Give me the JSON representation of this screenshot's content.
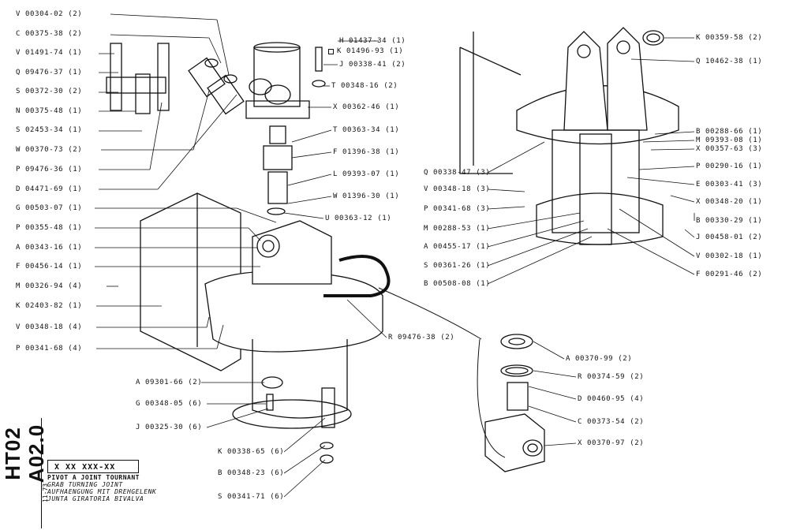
{
  "drawing": {
    "code_vertical": "HT02 A02.0",
    "date_vertical": "11-73",
    "ref_box": "X XX XXX-XX",
    "title_lines": [
      "PIVOT A JOINT TOURNANT",
      "GRAB TURNING JOINT",
      "AUFHAENGUNG MIT DREHGELENK",
      "JUNTA GIRATORIA BIVALVA"
    ]
  },
  "labels_left": [
    "V 00304-02 (2)",
    "C 00375-38 (2)",
    "V 01491-74 (1)",
    "Q 09476-37 (1)",
    "S 00372-30 (2)",
    "N 00375-48 (1)",
    "S 02453-34 (1)",
    "W 00370-73 (2)",
    "P 09476-36 (1)",
    "D 04471-69 (1)",
    "G 00503-07 (1)",
    "P 00355-48 (1)",
    "A 00343-16 (1)",
    "F 00456-14 (1)",
    "M 00326-94 (4)",
    "K 02403-82 (1)",
    "V 00348-18 (4)",
    "P 00341-68 (4)"
  ],
  "labels_center": [
    "H 01437-34 (1)",
    "K 01496-93 (1)",
    "J 00338-41 (2)",
    "T 00348-16 (2)",
    "X 00362-46 (1)",
    "T 00363-34 (1)",
    "F 01396-38 (1)",
    "L 09393-07 (1)",
    "W 01396-30 (1)",
    "U 00363-12 (1)",
    "R 09476-38 (2)",
    "A 09301-66 (2)",
    "G 00348-05 (6)",
    "J 00325-30 (6)",
    "K 00338-65 (6)",
    "B 00348-23 (6)",
    "S 00341-71 (6)"
  ],
  "labels_right_center": [
    "Q 00338-47 (3)",
    "V 00348-18 (3)",
    "P 00341-68 (3)",
    "M 00288-53 (1)",
    "A 00455-17 (1)",
    "S 00361-26 (1)",
    "B 00508-08 (1)"
  ],
  "labels_right": [
    "K 00359-58 (2)",
    "Q 10462-38 (1)",
    "B 00288-66 (1)",
    "M 09393-08 (1)",
    "X 00357-63 (3)",
    "P 00290-16 (1)",
    "E 00303-41 (3)",
    "X 00348-20 (1)",
    "B 00330-29 (1)",
    "J 00458-01 (2)",
    "V 00302-18 (1)",
    "F 00291-46 (2)",
    "A 00370-99 (2)",
    "R 00374-59 (2)",
    "D 00460-95 (4)",
    "C 00373-54 (2)",
    "X 00370-97 (2)"
  ]
}
